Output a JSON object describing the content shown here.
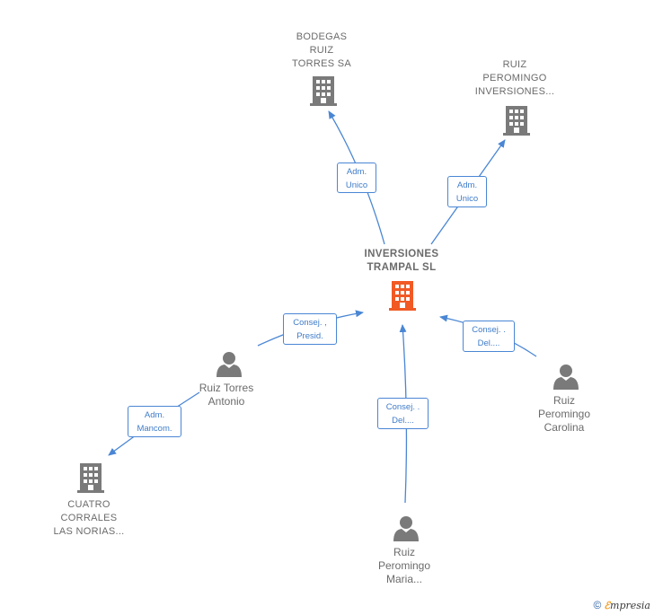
{
  "nodes": {
    "center": {
      "line1": "INVERSIONES",
      "line2": "TRAMPAL  SL"
    },
    "bodegas": {
      "line1": "BODEGAS",
      "line2": "RUIZ",
      "line3": "TORRES SA"
    },
    "ruiz_peromingo_inv": {
      "line1": "RUIZ",
      "line2": "PEROMINGO",
      "line3": "INVERSIONES..."
    },
    "cuatro_corrales": {
      "line1": "CUATRO",
      "line2": "CORRALES",
      "line3": "LAS NORIAS..."
    },
    "ruiz_torres_antonio": {
      "line1": "Ruiz Torres",
      "line2": "Antonio"
    },
    "ruiz_peromingo_carolina": {
      "line1": "Ruiz",
      "line2": "Peromingo",
      "line3": "Carolina"
    },
    "ruiz_peromingo_maria": {
      "line1": "Ruiz",
      "line2": "Peromingo",
      "line3": "Maria..."
    }
  },
  "edges": {
    "bodegas": {
      "line1": "Adm.",
      "line2": "Unico"
    },
    "ruiz_peromingo_inv": {
      "line1": "Adm.",
      "line2": "Unico"
    },
    "antonio_center": {
      "line1": "Consej. ,",
      "line2": "Presid."
    },
    "antonio_cuatro": {
      "line1": "Adm.",
      "line2": "Mancom."
    },
    "carolina": {
      "line1": "Consej. .",
      "line2": "Del...."
    },
    "maria": {
      "line1": "Consej. .",
      "line2": "Del...."
    }
  },
  "brand": {
    "copyright": "©",
    "e": "ℰ",
    "rest": "mpresia"
  },
  "colors": {
    "edge": "#4a86d4",
    "center_icon": "#f15a24",
    "node_icon": "#7a7a7a"
  }
}
